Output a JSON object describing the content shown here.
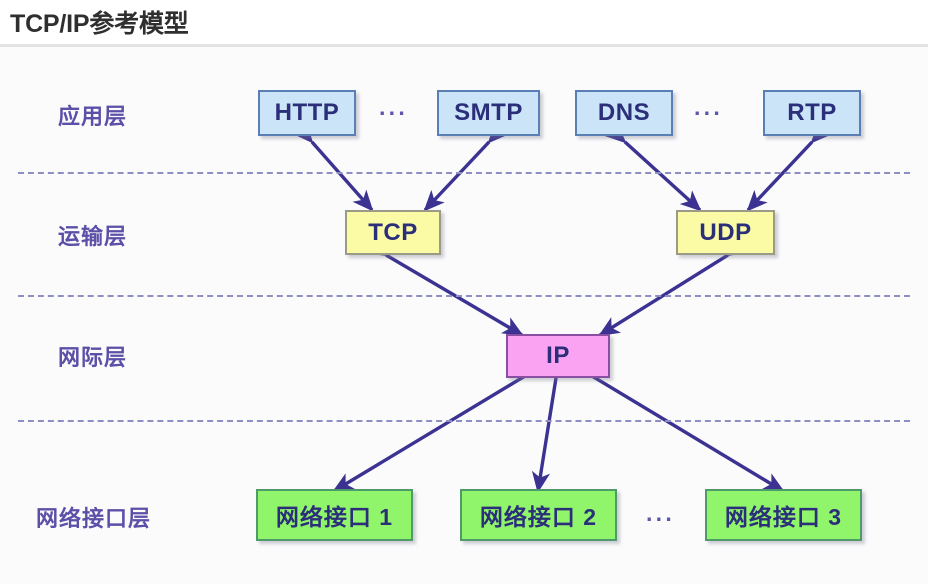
{
  "page": {
    "title": "TCP/IP参考模型",
    "background_color": "#fbfbfc",
    "title_color": "#2f2f2f"
  },
  "colors": {
    "application_box_fill": "#cbe4f8",
    "application_box_border": "#5a7fb5",
    "transport_box_fill": "#fbfba6",
    "transport_box_border": "#9a9a86",
    "internet_box_fill": "#f9a3f2",
    "internet_box_border": "#8a4fa0",
    "netif_box_fill": "#90f56a",
    "netif_box_border": "#4f9a6a",
    "arrow_color": "#3b3292",
    "separator_color": "#8d8fc4",
    "layer_label_color": "#5b4fa8",
    "box_text_color": "#2b2f7a"
  },
  "layers": [
    {
      "id": "application",
      "label": "应用层"
    },
    {
      "id": "transport",
      "label": "运输层"
    },
    {
      "id": "internet",
      "label": "网际层"
    },
    {
      "id": "netif",
      "label": "网络接口层"
    }
  ],
  "nodes": {
    "http": {
      "label": "HTTP",
      "layer": "application"
    },
    "smtp": {
      "label": "SMTP",
      "layer": "application"
    },
    "dns": {
      "label": "DNS",
      "layer": "application"
    },
    "rtp": {
      "label": "RTP",
      "layer": "application"
    },
    "tcp": {
      "label": "TCP",
      "layer": "transport"
    },
    "udp": {
      "label": "UDP",
      "layer": "transport"
    },
    "ip": {
      "label": "IP",
      "layer": "internet"
    },
    "nif1": {
      "label": "网络接口 1",
      "layer": "netif"
    },
    "nif2": {
      "label": "网络接口 2",
      "layer": "netif"
    },
    "nif3": {
      "label": "网络接口 3",
      "layer": "netif"
    }
  },
  "ellipses": {
    "app_left": "···",
    "app_right": "···",
    "netif": "···"
  },
  "connections": [
    {
      "from": "http",
      "to": "tcp",
      "style": "double-arrow"
    },
    {
      "from": "smtp",
      "to": "tcp",
      "style": "double-arrow"
    },
    {
      "from": "dns",
      "to": "udp",
      "style": "double-arrow"
    },
    {
      "from": "rtp",
      "to": "udp",
      "style": "double-arrow"
    },
    {
      "from": "tcp",
      "to": "ip",
      "style": "double-arrow"
    },
    {
      "from": "udp",
      "to": "ip",
      "style": "double-arrow"
    },
    {
      "from": "ip",
      "to": "nif1",
      "style": "double-arrow"
    },
    {
      "from": "ip",
      "to": "nif2",
      "style": "double-arrow"
    },
    {
      "from": "ip",
      "to": "nif3",
      "style": "double-arrow"
    }
  ]
}
